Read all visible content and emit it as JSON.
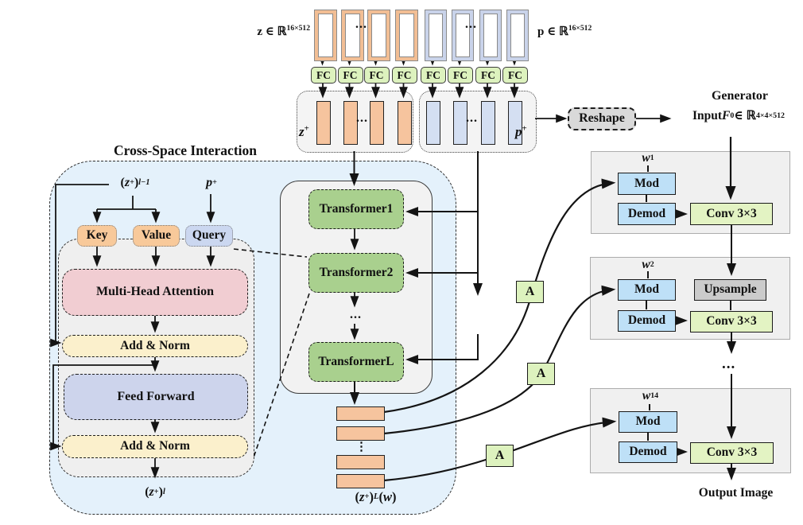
{
  "palette": {
    "orange_fill": "#F6C49E",
    "orange_border": "#F2BE94",
    "blue_fill": "#D4DFF2",
    "blue_border": "#C9D3EA",
    "transformer_green": "#A9D08E",
    "fc_green": "#DDF2BE",
    "conv_green": "#E3F3C3",
    "mod_blue": "#BEE0F7",
    "attention_pink": "#F1CDD2",
    "addnorm_cream": "#FBF0CC",
    "ff_lavender": "#CDD4EC",
    "key_orange": "#F8C99A",
    "query_blue": "#CBD7F0",
    "region_blue": "#E4F1FB",
    "panel_gray": "#F1F1F1",
    "reshape_gray": "#D9D9D9",
    "upsample_gray": "#CBCBCB"
  },
  "top": {
    "z_label": [
      {
        "t": "z ∈ ℝ"
      },
      {
        "t": "16×512",
        "s": 1
      }
    ],
    "p_label": [
      {
        "t": "p ∈ ℝ"
      },
      {
        "t": "16×512",
        "s": 1
      }
    ],
    "fc": "FC",
    "dots": "...",
    "z_plus": [
      {
        "t": "z",
        "i": 1
      },
      {
        "t": "+",
        "s": 1
      }
    ],
    "p_plus": [
      {
        "t": "p",
        "i": 1
      },
      {
        "t": "+",
        "s": 1
      }
    ],
    "reshape": "Reshape",
    "gen_line1": "Generator",
    "gen_line2": [
      {
        "t": "Input "
      },
      {
        "t": "F",
        "i": 1
      },
      {
        "t": "0",
        "b": 1
      },
      {
        "t": " ∈ ℝ"
      },
      {
        "t": "4×4×512",
        "s": 1
      }
    ]
  },
  "cross": {
    "title": "Cross-Space Interaction",
    "z_prev": [
      {
        "t": "("
      },
      {
        "t": "z",
        "i": 1
      },
      {
        "t": "+",
        "s": 1
      },
      {
        "t": ")"
      },
      {
        "t": "l−1",
        "s": 1,
        "i": 1
      }
    ],
    "p_plus": [
      {
        "t": "p",
        "i": 1
      },
      {
        "t": "+",
        "s": 1
      }
    ],
    "key": "Key",
    "value": "Value",
    "query": "Query",
    "mha": "Multi-Head Attention",
    "add_norm1": "Add & Norm",
    "ff": "Feed Forward",
    "add_norm2": "Add & Norm",
    "z_out": [
      {
        "t": "("
      },
      {
        "t": "z",
        "i": 1
      },
      {
        "t": "+",
        "s": 1
      },
      {
        "t": ")"
      },
      {
        "t": "l",
        "s": 1,
        "i": 1
      }
    ]
  },
  "stack": {
    "t1": "Transformer1",
    "t2": "Transformer2",
    "tl": "TransformerL",
    "dots": "..."
  },
  "latent": {
    "label": [
      {
        "t": "("
      },
      {
        "t": "z",
        "i": 1
      },
      {
        "t": "+",
        "s": 1
      },
      {
        "t": ")"
      },
      {
        "t": "L",
        "s": 1,
        "i": 1
      },
      {
        "t": " ("
      },
      {
        "t": "w",
        "i": 1
      },
      {
        "t": ")"
      }
    ],
    "a": "A",
    "vdots": "⋮"
  },
  "gen": {
    "blocks": [
      {
        "w": [
          {
            "t": "w",
            "i": 1
          },
          {
            "t": "1",
            "b": 1
          }
        ],
        "mod": "Mod",
        "demod": "Demod",
        "conv": "Conv 3×3"
      },
      {
        "w": [
          {
            "t": "w",
            "i": 1
          },
          {
            "t": "2",
            "b": 1
          }
        ],
        "mod": "Mod",
        "demod": "Demod",
        "upsample": "Upsample",
        "conv": "Conv 3×3"
      },
      {
        "w": [
          {
            "t": "w",
            "i": 1
          },
          {
            "t": "14",
            "b": 1
          }
        ],
        "mod": "Mod",
        "demod": "Demod",
        "conv": "Conv 3×3"
      }
    ],
    "dots": "...",
    "output": "Output Image"
  }
}
